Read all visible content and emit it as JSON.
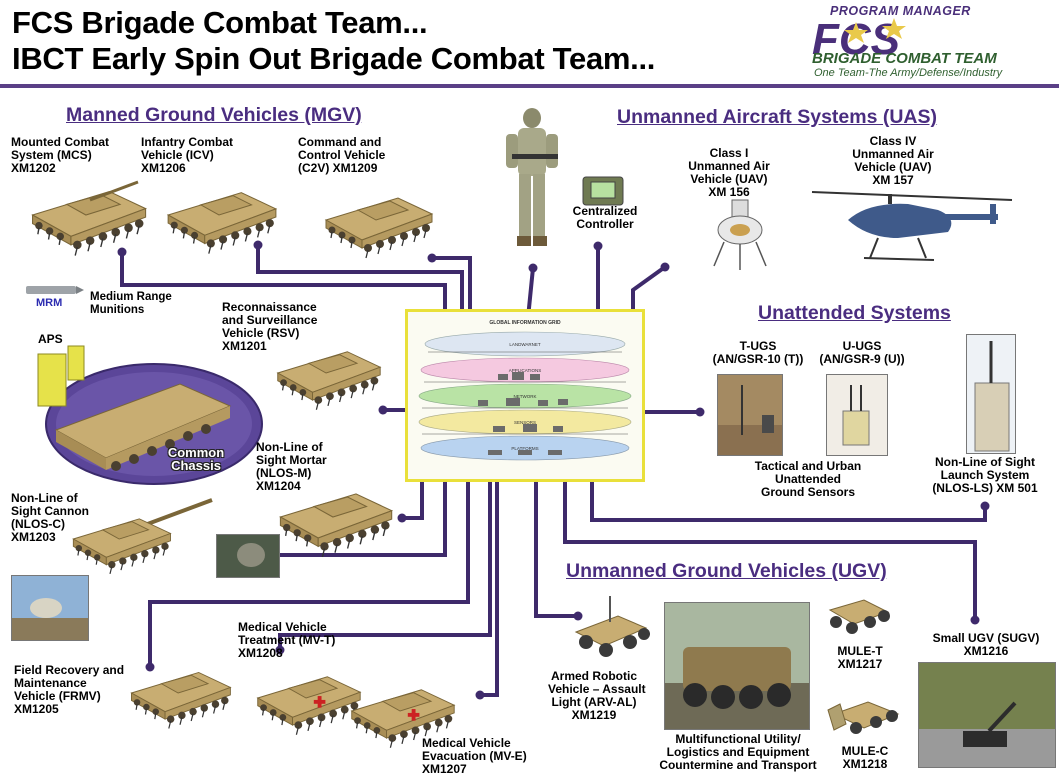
{
  "titles": {
    "line1": "FCS Brigade Combat Team...",
    "line2": "IBCT Early Spin Out Brigade Combat Team..."
  },
  "logo": {
    "program_manager": "PROGRAM MANAGER",
    "brigade": "BRIGADE COMBAT TEAM",
    "tagline": "One Team-The Army/Defense/Industry"
  },
  "sections": {
    "mgv": "Manned Ground Vehicles (MGV)",
    "uas": "Unmanned Aircraft Systems (UAS)",
    "unattended": "Unattended Systems",
    "ugv": "Unmanned Ground Vehicles (UGV)"
  },
  "labels": {
    "mcs": [
      "Mounted Combat",
      "System (MCS)",
      "XM1202"
    ],
    "icv": [
      "Infantry Combat",
      "Vehicle (ICV)",
      "XM1206"
    ],
    "c2v": [
      "Command and",
      "Control Vehicle",
      "(C2V) XM1209"
    ],
    "controller": [
      "Centralized",
      "Controller"
    ],
    "uav1": [
      "Class I",
      "Unmanned Air",
      "Vehicle (UAV)",
      "XM 156"
    ],
    "uav4": [
      "Class IV",
      "Unmanned Air",
      "Vehicle (UAV)",
      "XM 157"
    ],
    "mrm": "MRM",
    "mrm_desc": [
      "Medium Range",
      "Munitions"
    ],
    "rsv": [
      "Reconnaissance",
      "and Surveillance",
      "Vehicle (RSV)",
      "XM1201"
    ],
    "aps": "APS",
    "common_chassis": [
      "Common",
      "Chassis"
    ],
    "tugs": [
      "T-UGS",
      "(AN/GSR-10 (T))"
    ],
    "uugs": [
      "U-UGS",
      "(AN/GSR-9 (U))"
    ],
    "ground_sensors": [
      "Tactical and Urban",
      "Unattended",
      "Ground Sensors"
    ],
    "nlos_ls": [
      "Non-Line of Sight",
      "Launch System",
      "(NLOS-LS) XM 501"
    ],
    "nlos_m": [
      "Non-Line of",
      "Sight Mortar",
      "(NLOS-M)",
      "XM1204"
    ],
    "nlos_c": [
      "Non-Line of",
      "Sight Cannon",
      "(NLOS-C)",
      "XM1203"
    ],
    "frmv": [
      "Field Recovery and",
      "Maintenance",
      "Vehicle (FRMV)",
      "XM1205"
    ],
    "mvt": [
      "Medical Vehicle",
      "Treatment (MV-T)",
      "XM1208"
    ],
    "mve": [
      "Medical Vehicle",
      "Evacuation (MV-E)",
      "XM1207"
    ],
    "arv": [
      "Armed Robotic",
      "Vehicle – Assault",
      "Light (ARV-AL)",
      "XM1219"
    ],
    "mule_u": [
      "Multifunctional Utility/",
      "Logistics and Equipment",
      "Countermine and Transport"
    ],
    "mule_t": [
      "MULE-T",
      "XM1217"
    ],
    "mule_c": [
      "MULE-C",
      "XM1218"
    ],
    "sugv": [
      "Small UGV (SUGV)",
      "XM1216"
    ]
  },
  "hub": {
    "header": "GLOBAL INFORMATION GRID",
    "layers": [
      "LANDWARNET",
      "APPLICATIONS",
      "NETWORK",
      "SENSORS",
      "PLATFORMS"
    ]
  },
  "colors": {
    "section": "#4a2d80",
    "connector": "#3e2a6b",
    "hub_border": "#e9e03a",
    "vehicle": "#c8ad72",
    "chassis_oval": "#5b4699"
  }
}
